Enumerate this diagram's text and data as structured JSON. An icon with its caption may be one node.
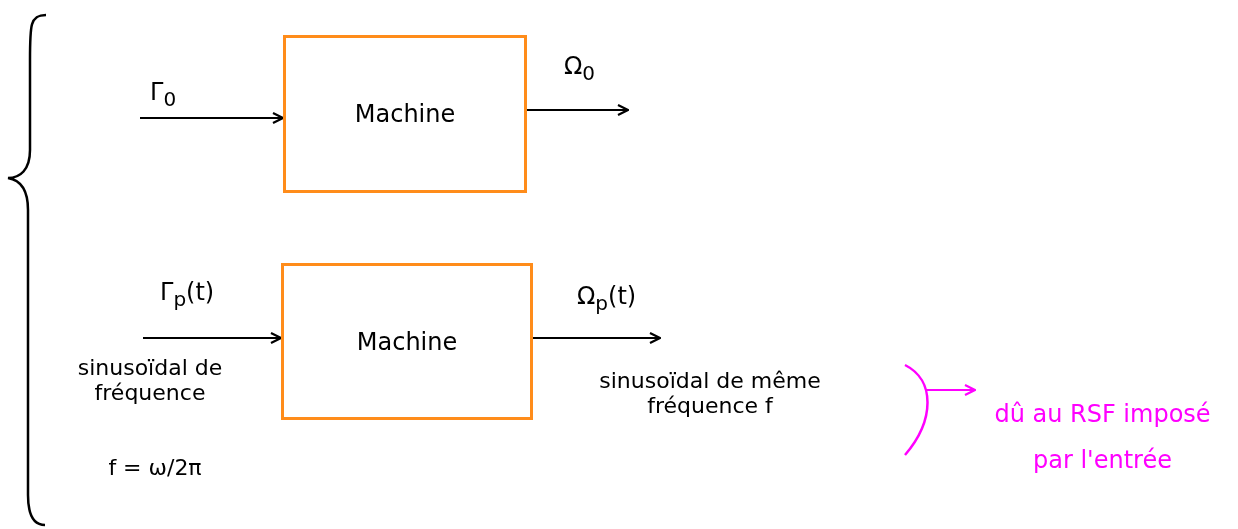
{
  "diagram": {
    "nodes": [
      {
        "text": [
          "Machine"
        ]
      },
      {
        "text": [
          "Machine"
        ]
      },
      {
        "text": [
          "dû au RSF imposé par l'entrée"
        ]
      }
    ],
    "edges": [
      {
        "from": null,
        "to": 0,
        "arrow": "to",
        "label": "Γ$_{0}$"
      },
      {
        "from": 0,
        "to": null,
        "arrow": "to",
        "label": "Ω$_{0}$"
      },
      {
        "from": null,
        "to": 1,
        "arrow": "to",
        "label": "Γ$_{p}$(t)"
      },
      {
        "from": 1,
        "to": null,
        "arrow": "to",
        "label": "Ω$_{p}$(t)"
      },
      {
        "from": null,
        "to": 2,
        "arrow": "to",
        "color": "#ff00ff"
      }
    ],
    "labels": [
      "sinusoïdal de fréquence",
      "f = ω/2π",
      "sinusoïdal de même fréquence f"
    ]
  }
}
